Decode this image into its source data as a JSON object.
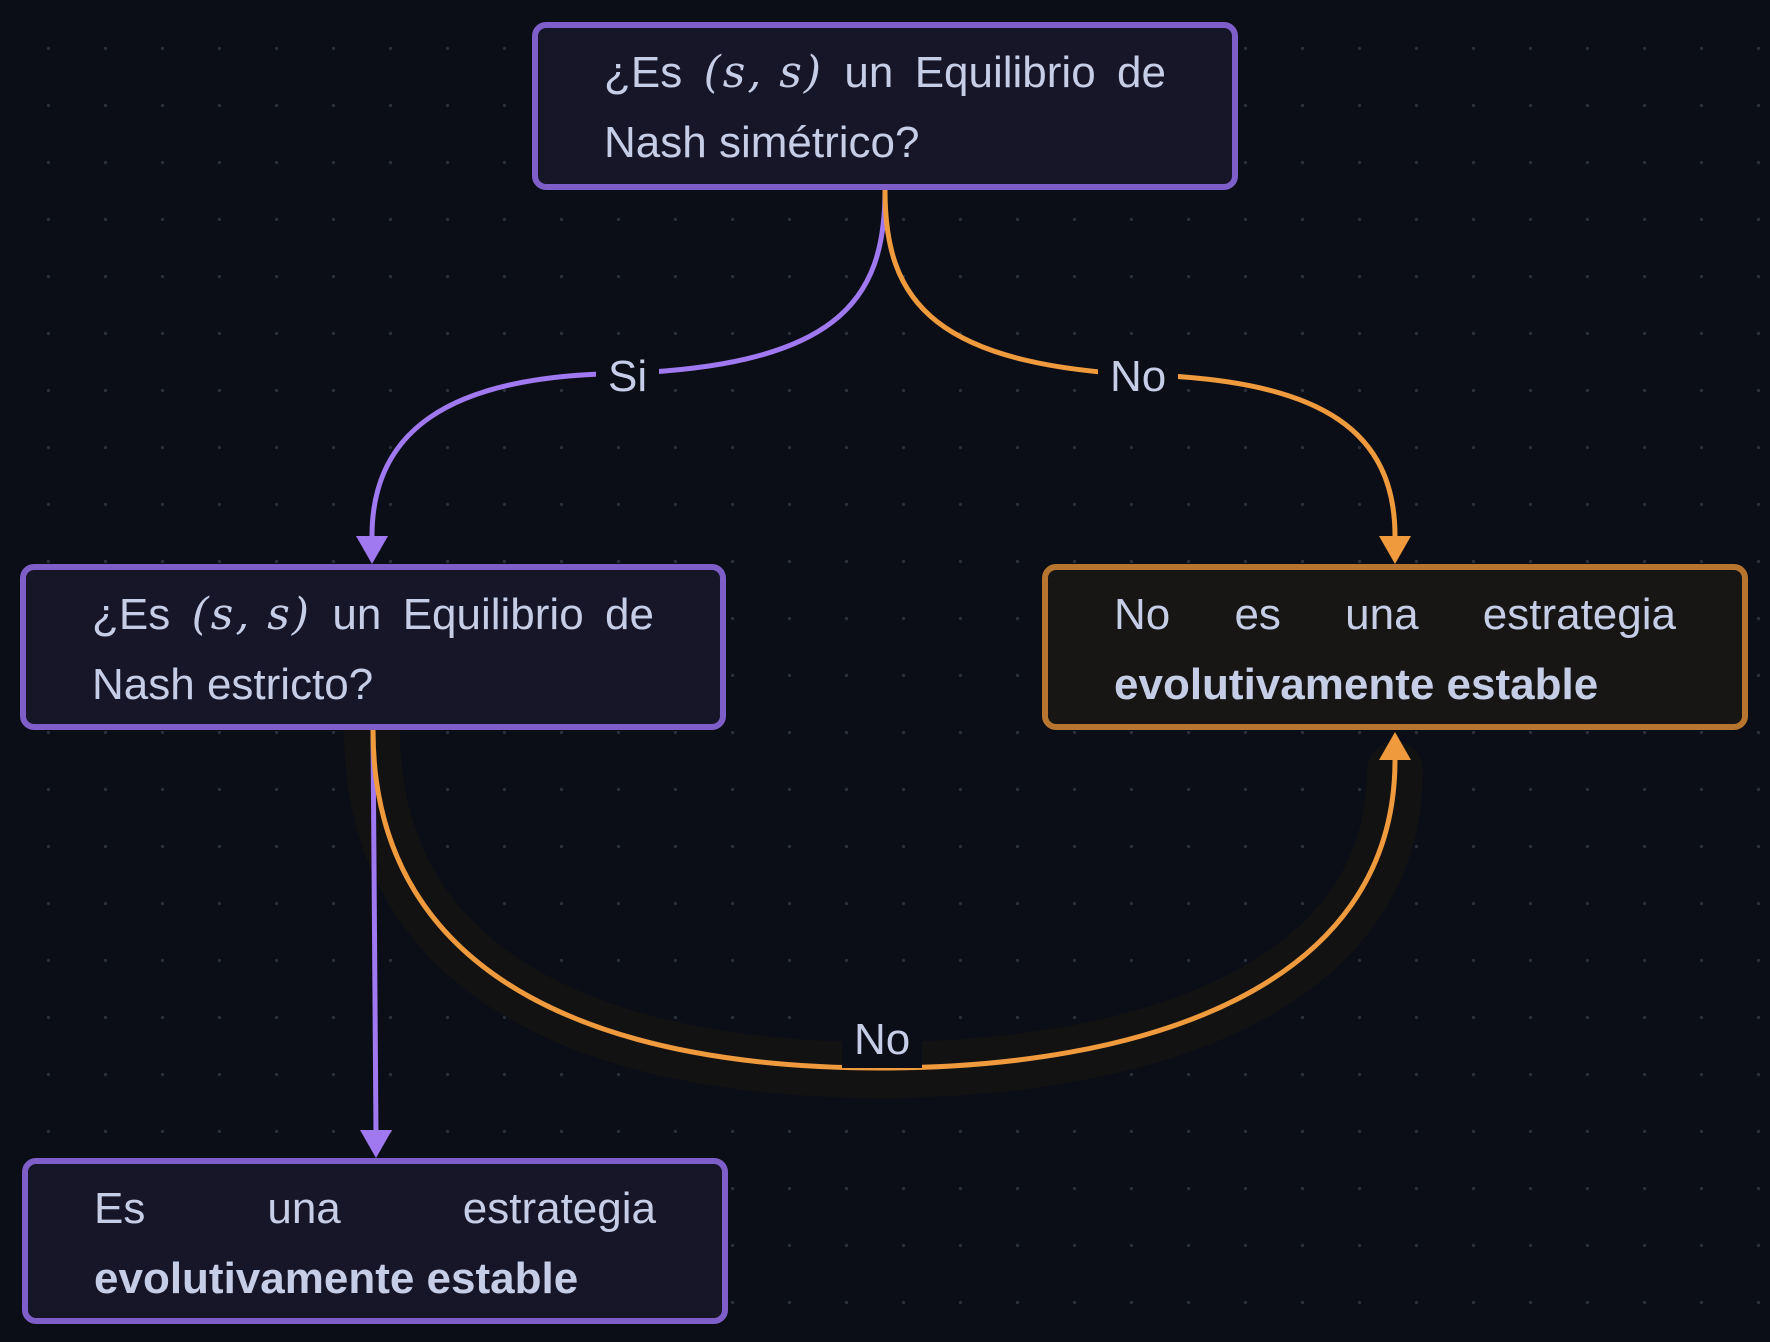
{
  "nodes": {
    "q1": {
      "line1_pre": "¿Es",
      "line1_math": "(s, s)",
      "line1_post": [
        "un",
        "Equilibrio",
        "de"
      ],
      "line2": "Nash simétrico?"
    },
    "q2": {
      "line1_pre": "¿Es",
      "line1_math": "(s, s)",
      "line1_post": [
        "un",
        "Equilibrio",
        "de"
      ],
      "line2": "Nash estricto?"
    },
    "not_ess": {
      "line1_words": [
        "No",
        "es",
        "una",
        "estrategia"
      ],
      "line2_bold": "evolutivamente estable"
    },
    "ess": {
      "line1_words": [
        "Es",
        "una",
        "estrategia"
      ],
      "line2_bold": "evolutivamente estable"
    }
  },
  "edges": {
    "yes_label": "Si",
    "no_label_top": "No",
    "no_label_bottom": "No"
  },
  "colors": {
    "background": "#0b0e16",
    "purple": "#a078f0",
    "orange": "#ef9a3c",
    "node_border_purple": "#7e5fc9",
    "node_border_orange": "#b8752f",
    "text": "#c6cde6"
  }
}
